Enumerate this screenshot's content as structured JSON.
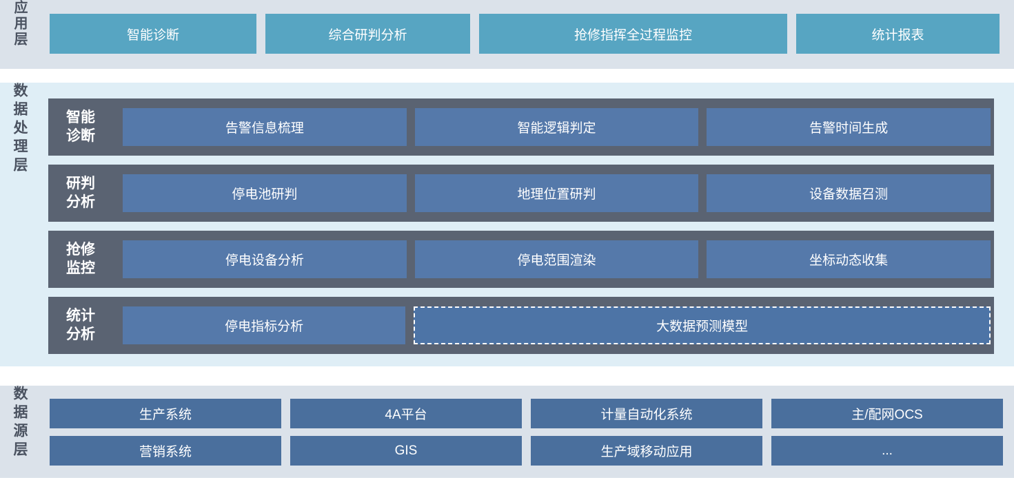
{
  "colors": {
    "app_band_bg": "#dbe2ea",
    "processing_band_bg": "#dfeef6",
    "source_band_bg": "#dbe2ea",
    "app_button": "#57a5c2",
    "processing_row_band": "#5a6372",
    "processing_box": "#5579aa",
    "source_box": "#4a6f9d",
    "vertical_label_text": "#4a5260",
    "box_text": "#ffffff"
  },
  "layers": {
    "application": {
      "label": "应用层",
      "items": [
        "智能诊断",
        "综合研判分析",
        "抢修指挥全过程监控",
        "统计报表"
      ]
    },
    "processing": {
      "label": "数据处理层",
      "rows": [
        {
          "label": "智能\n诊断",
          "items": [
            "告警信息梳理",
            "智能逻辑判定",
            "告警时间生成"
          ]
        },
        {
          "label": "研判\n分析",
          "items": [
            "停电池研判",
            "地理位置研判",
            "设备数据召测"
          ]
        },
        {
          "label": "抢修\n监控",
          "items": [
            "停电设备分析",
            "停电范围渲染",
            "坐标动态收集"
          ]
        },
        {
          "label": "统计\n分析",
          "items": [
            "停电指标分析"
          ],
          "dashed_item": "大数据预测模型"
        }
      ]
    },
    "datasource": {
      "label": "数据源层",
      "rows": [
        [
          "生产系统",
          "4A平台",
          "计量自动化系统",
          "主/配网OCS"
        ],
        [
          "营销系统",
          "GIS",
          "生产域移动应用",
          "..."
        ]
      ]
    }
  }
}
